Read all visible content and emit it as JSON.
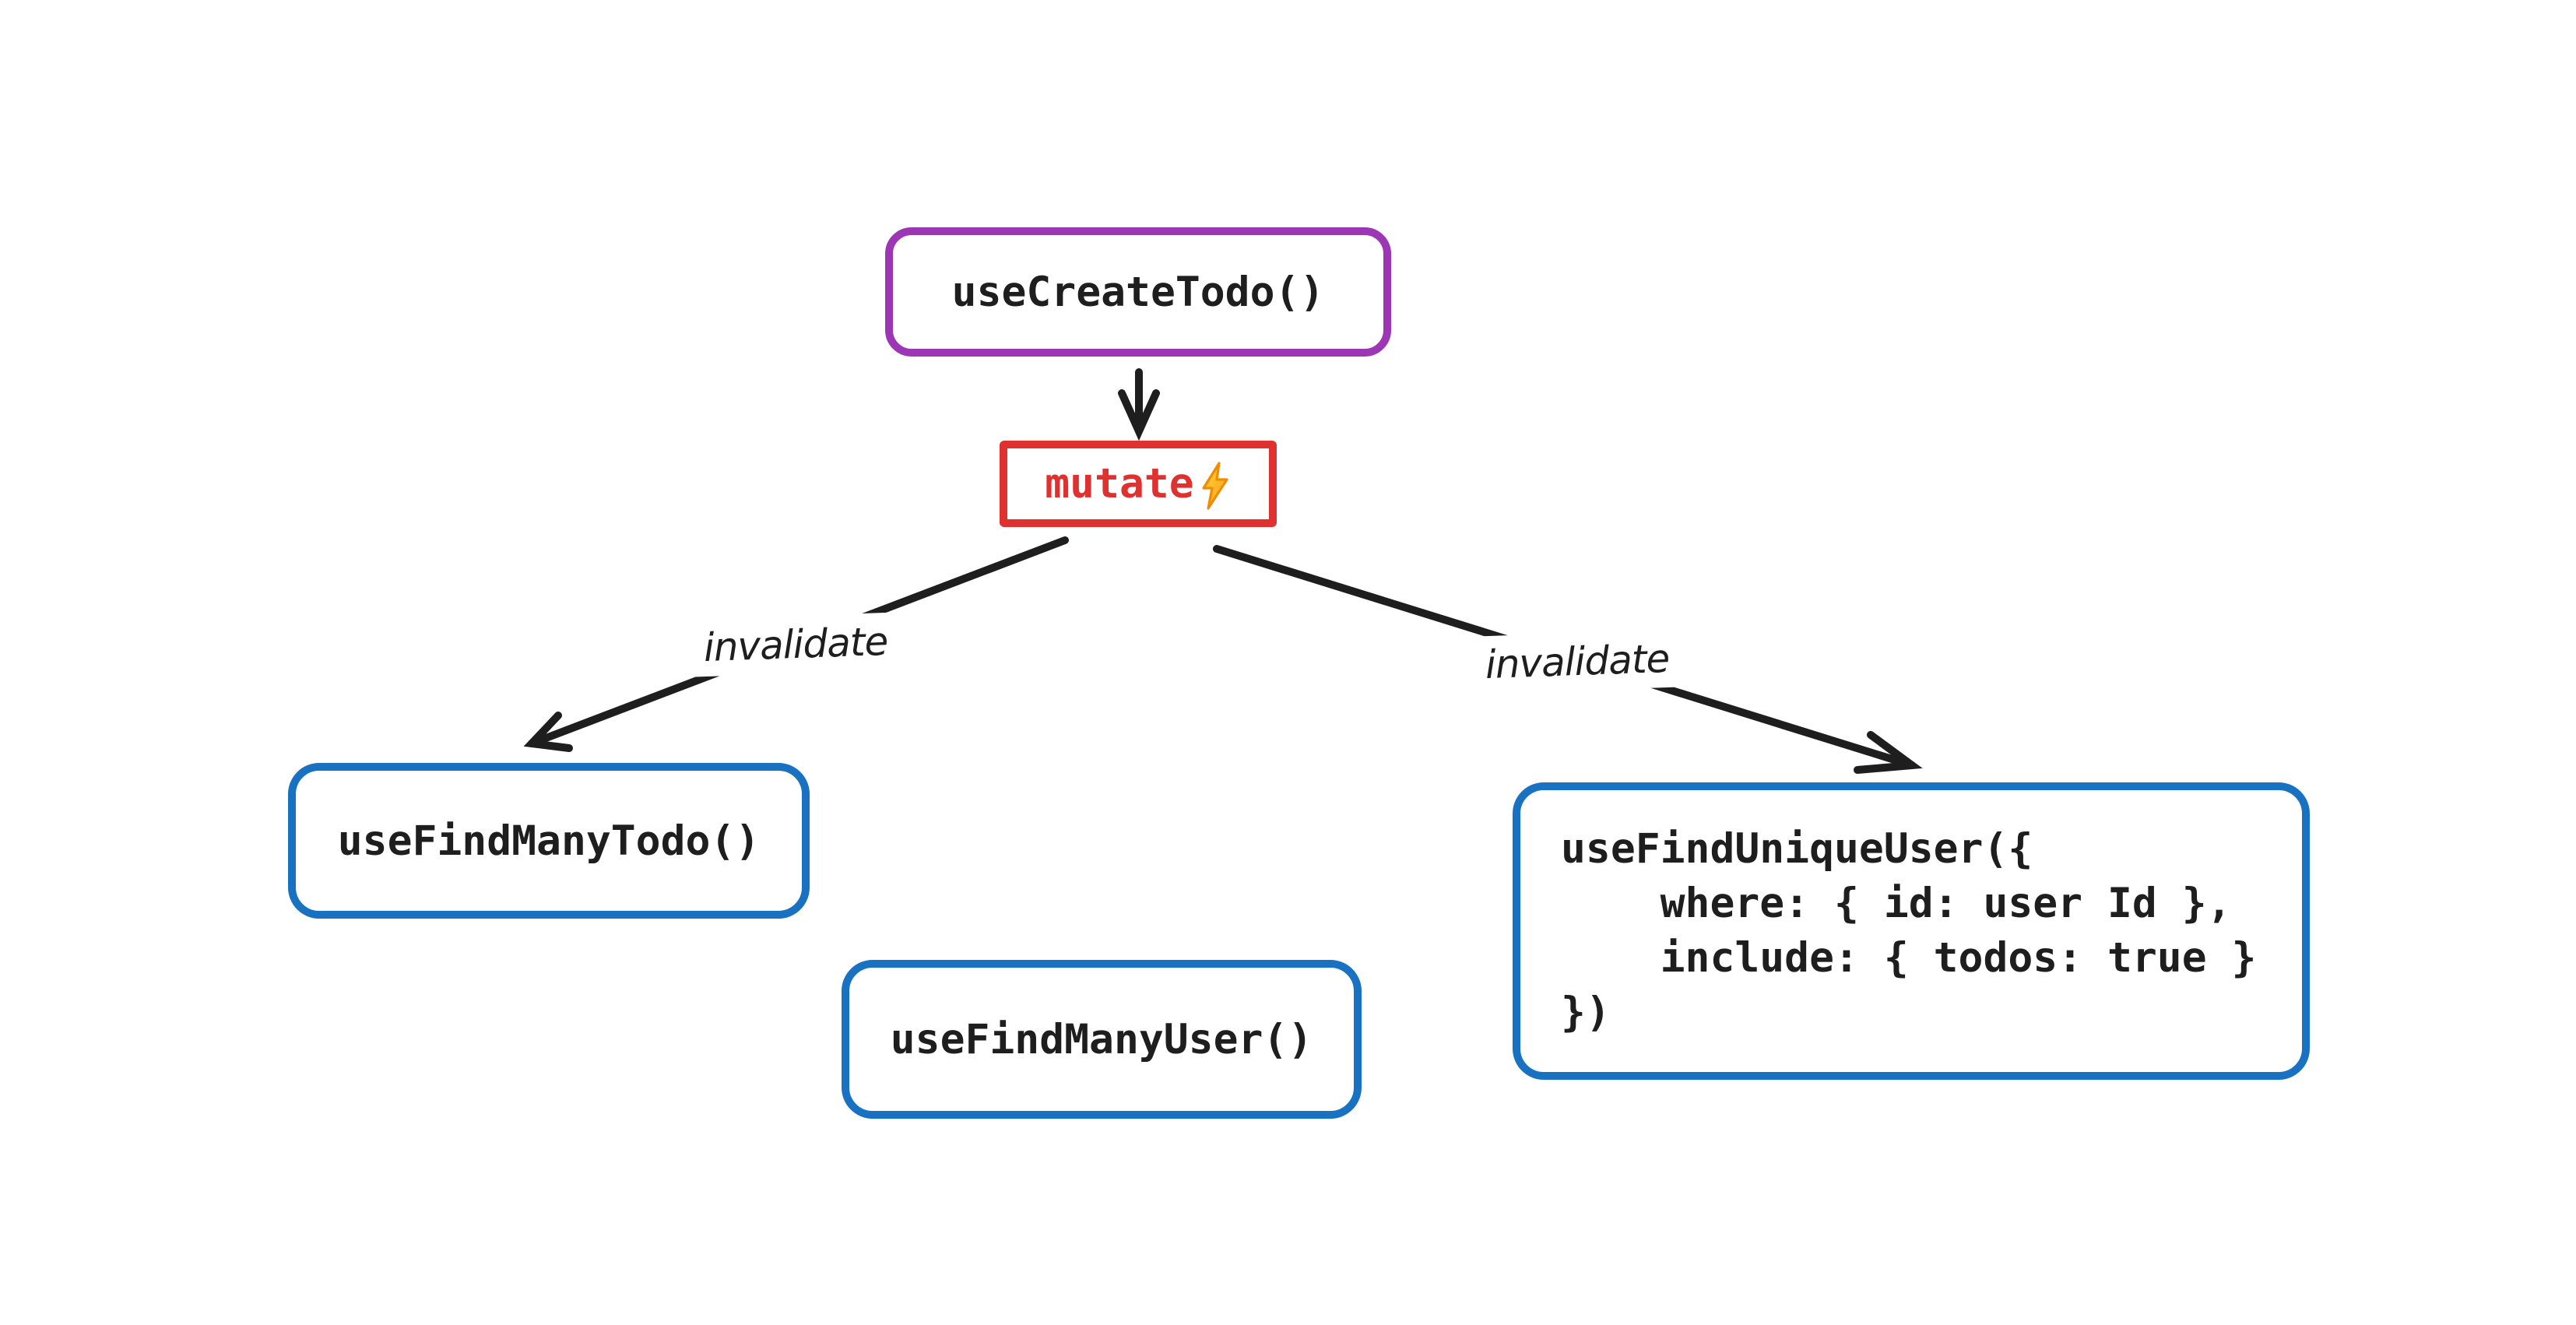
{
  "diagram": {
    "background_color": "#ffffff",
    "ink_color": "#1e1e1e",
    "nodes": {
      "create_todo": {
        "label": "useCreateTodo()",
        "border_color": "#9c36b5",
        "text_color": "#1e1e1e",
        "shape": "rounded-rectangle"
      },
      "mutate": {
        "label": "mutate",
        "border_color": "#e03131",
        "text_color": "#e03131",
        "icon": "lightning-bolt",
        "shape": "rectangle"
      },
      "find_many_todo": {
        "label": "useFindManyTodo()",
        "border_color": "#1971c2",
        "text_color": "#1e1e1e",
        "shape": "rounded-rectangle"
      },
      "find_many_user": {
        "label": "useFindManyUser()",
        "border_color": "#1971c2",
        "text_color": "#1e1e1e",
        "shape": "rounded-rectangle"
      },
      "find_unique_user": {
        "border_color": "#1971c2",
        "text_color": "#1e1e1e",
        "shape": "rounded-rectangle",
        "lines": [
          "useFindUniqueUser({",
          "    where: { id: user Id },",
          "    include: { todos: true }",
          "})"
        ]
      }
    },
    "edges": {
      "create_to_mutate": {
        "type": "arrow"
      },
      "mutate_to_find_many_todo": {
        "label": "invalidate",
        "type": "arrow"
      },
      "mutate_to_find_unique_user": {
        "label": "invalidate",
        "type": "arrow"
      }
    },
    "bolt_icon_colors": {
      "fill_light": "#ffd43b",
      "fill_dark": "#ff9f1a",
      "stroke": "#f08c00"
    }
  }
}
